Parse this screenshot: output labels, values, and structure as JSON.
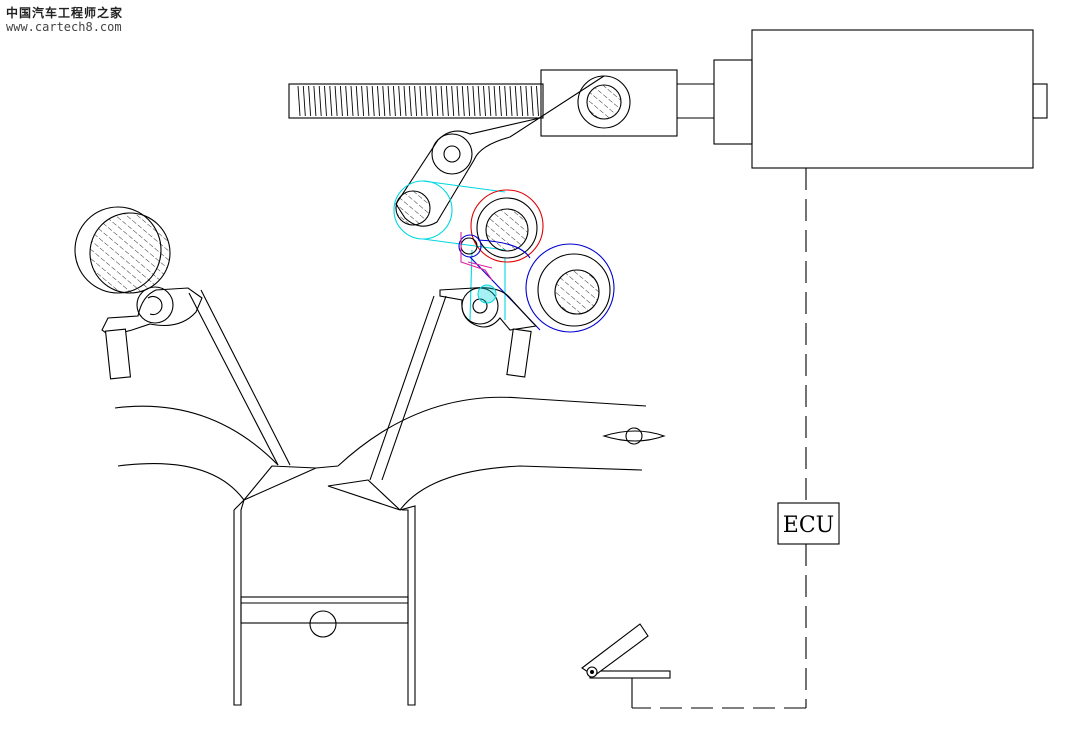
{
  "watermark": {
    "site_name": "中国汽车工程师之家",
    "url": "www.cartech8.com"
  },
  "labels": {
    "ecu": "ECU"
  },
  "colors": {
    "line": "#000000",
    "cam_cyan": "#00d8e0",
    "cam_red": "#e00000",
    "cam_blue": "#0000d0",
    "lever_magenta": "#e020a0"
  }
}
